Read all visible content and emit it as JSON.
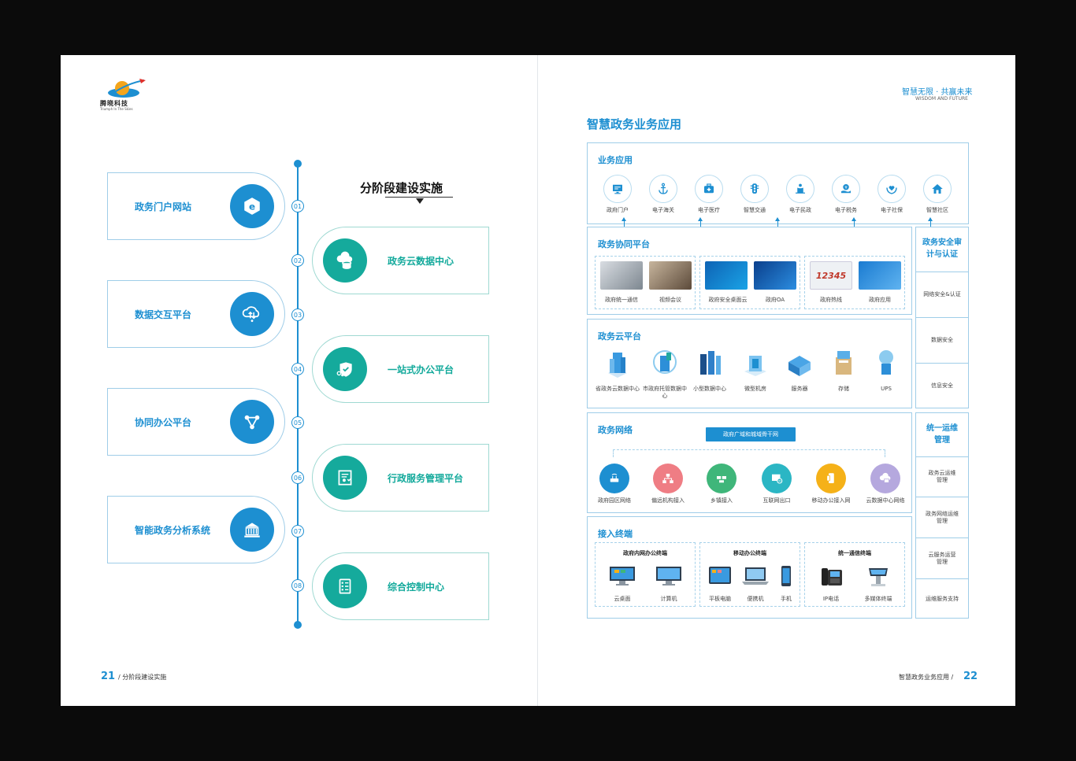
{
  "brand": {
    "name_cn": "腾晓科技",
    "name_en": "Triumph In The Skies"
  },
  "left_page": {
    "heading": "分阶段建设实施",
    "steps": [
      {
        "num": "01",
        "label": "政务门户网站",
        "icon": "ie-browser-icon"
      },
      {
        "num": "02",
        "label": "政务云数据中心",
        "icon": "cloud-database-icon"
      },
      {
        "num": "03",
        "label": "数据交互平台",
        "icon": "cloud-transfer-icon"
      },
      {
        "num": "04",
        "label": "一站式办公平台",
        "icon": "shield-check-icon"
      },
      {
        "num": "05",
        "label": "协同办公平台",
        "icon": "network-nodes-icon"
      },
      {
        "num": "06",
        "label": "行政服务管理平台",
        "icon": "document-user-icon"
      },
      {
        "num": "07",
        "label": "智能政务分析系统",
        "icon": "government-building-icon"
      },
      {
        "num": "08",
        "label": "综合控制中心",
        "icon": "list-control-icon"
      }
    ],
    "footer": {
      "page": "21",
      "text": "/  分阶段建设实施"
    }
  },
  "right_page": {
    "slogan_cn": "智慧无限 · 共赢未来",
    "slogan_en": "WISDOM AND FUTURE",
    "title": "智慧政务业务应用",
    "business_apps": {
      "title": "业务应用",
      "items": [
        "政府门户",
        "电子海关",
        "电子医疗",
        "智慧交通",
        "电子民政",
        "电子税务",
        "电子社保",
        "智慧社区"
      ]
    },
    "collab": {
      "title": "政务协同平台",
      "groups": [
        {
          "items": [
            "政府统一通信",
            "视频会议"
          ]
        },
        {
          "items": [
            "政府安全桌面云",
            "政府OA"
          ]
        },
        {
          "items": [
            "政府热线",
            "政府应用"
          ]
        }
      ],
      "hotline_text": "12345"
    },
    "cloud": {
      "title": "政务云平台",
      "items": [
        "省政务云数据中心",
        "市政府托管数据中心",
        "小型数据中心",
        "微型机房",
        "服务器",
        "存储",
        "UPS"
      ]
    },
    "network": {
      "title": "政务网络",
      "backbone": "政府广域和城域骨干网",
      "items": [
        "政府园区网络",
        "偏远机构接入",
        "乡镇接入",
        "互联网出口",
        "移动办公接入网",
        "云数据中心网络"
      ],
      "colors": [
        "#1d8fd1",
        "#ef7d84",
        "#3fb67a",
        "#2bb6c4",
        "#f5b118",
        "#b5a8de"
      ]
    },
    "terminals": {
      "title": "接入终端",
      "groups": [
        {
          "head": "政府内网办公终端",
          "items": [
            "云桌面",
            "计算机"
          ]
        },
        {
          "head": "移动办公终端",
          "items": [
            "平板电脑",
            "便携机",
            "手机"
          ]
        },
        {
          "head": "统一通信终端",
          "items": [
            "IP电话",
            "多媒体终端"
          ]
        }
      ]
    },
    "side": {
      "security_head_1": "政务安全审",
      "security_head_2": "计与认证",
      "security_items": [
        "网络安全&认证",
        "数据安全",
        "信息安全"
      ],
      "ops_head_1": "统一运维",
      "ops_head_2": "管理",
      "ops_items": [
        {
          "l1": "政务云运维",
          "l2": "管理"
        },
        {
          "l1": "政务网络运维",
          "l2": "管理"
        },
        {
          "l1": "云服务运营",
          "l2": "管理"
        },
        {
          "l1": "运维服务支持",
          "l2": ""
        }
      ]
    },
    "footer": {
      "page": "22",
      "text": "智慧政务业务应用  /"
    }
  },
  "colors": {
    "blue": "#1d8fd1",
    "teal": "#15aa9c"
  }
}
